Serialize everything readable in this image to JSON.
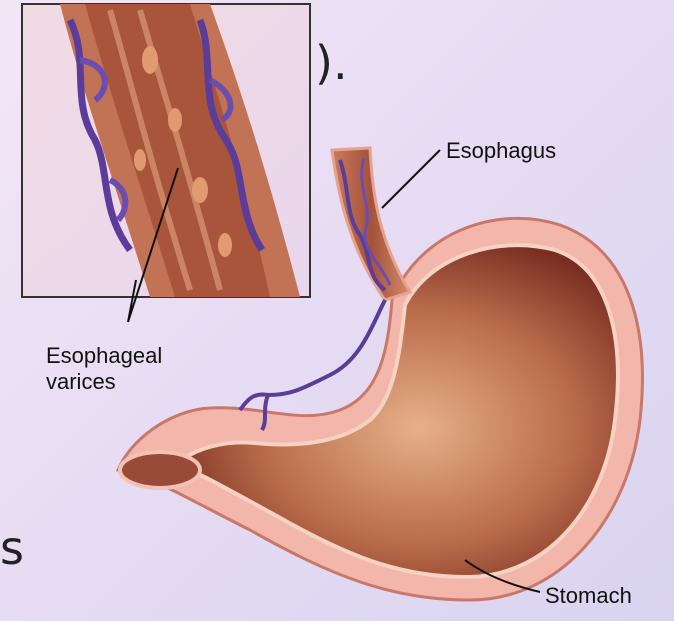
{
  "slide_fragments": {
    "top_right": ").",
    "bottom_left": "s"
  },
  "labels": {
    "esophagus": "Esophagus",
    "esophageal_varices": "Esophageal\nvarices",
    "stomach": "Stomach"
  },
  "colors": {
    "background": "#e7dcf3",
    "tissue_outer": "#e9a49a",
    "tissue_inner": "#8a3a2c",
    "veins": "#5a3d9a",
    "inset_frame": "#333333"
  }
}
